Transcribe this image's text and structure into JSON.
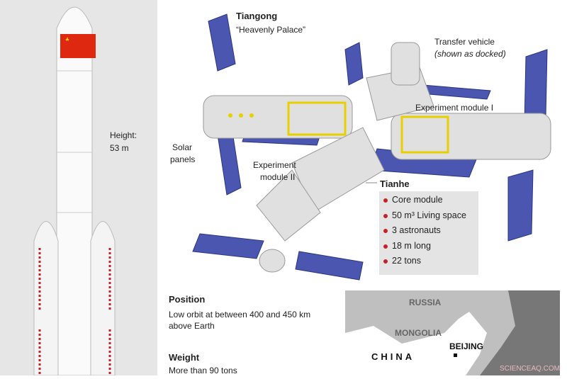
{
  "rocket": {
    "height_label": "Height:",
    "height_value": "53 m"
  },
  "station": {
    "name": "Tiangong",
    "subtitle": "“Heavenly Palace”",
    "transfer_vehicle": "Transfer vehicle",
    "transfer_note": "(shown as docked)",
    "experiment_1": "Experiment  module I",
    "experiment_2_line1": "Experiment",
    "experiment_2_line2": "module II",
    "solar_line1": "Solar",
    "solar_line2": "panels"
  },
  "tianhe": {
    "title": "Tianhe",
    "facts": [
      "Core module",
      "50 m³ Living space",
      "3 astronauts",
      "18 m long",
      "22 tons"
    ],
    "bullet_color": "#c8202b"
  },
  "position": {
    "heading": "Position",
    "text_line1": "Low orbit at between 400 and 450 km",
    "text_line2": "above Earth"
  },
  "weight": {
    "heading": "Weight",
    "text": "More than 90 tons"
  },
  "map": {
    "labels": [
      "RUSSIA",
      "MONGOLIA",
      "CHINA",
      "BEIJING"
    ],
    "watermark": "SCIENCEAQ.COM"
  }
}
